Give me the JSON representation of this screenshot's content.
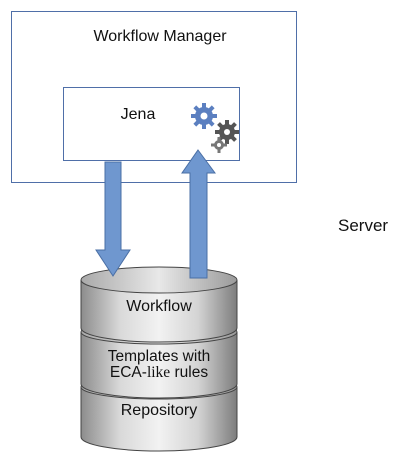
{
  "diagram": {
    "manager_label": "Workflow Manager",
    "engine_label": "Jena",
    "server_label": "Server",
    "engine_icon": "gears-icon",
    "database_layers": [
      {
        "label": "Workflow"
      },
      {
        "label_line1": "Templates with",
        "label_line2_sans": "ECA-",
        "label_line2_serif": "like",
        "label_line2_end": " rules"
      },
      {
        "label": "Repository"
      }
    ],
    "colors": {
      "box_border": "#4f6fa8",
      "arrow_fill": "#6f97cf",
      "arrow_stroke": "#4a6fa5",
      "gear_blue": "#5b7fc0",
      "gear_gray": "#555555"
    }
  }
}
